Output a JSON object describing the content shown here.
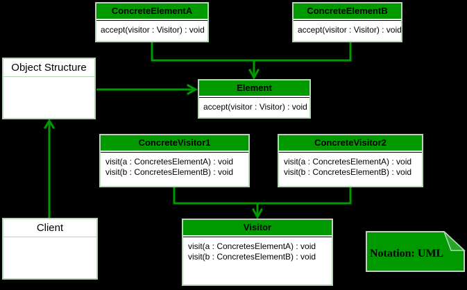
{
  "colors": {
    "green": "#009a00",
    "light_green_border": "#b6d7b6",
    "fold_green": "#26a726",
    "canvas_background": "#000000",
    "class_body_background": "#ffffff",
    "text": "#000000"
  },
  "diagram": {
    "classes": [
      {
        "id": "concrete-element-a",
        "name": "ConcreteElementA",
        "methods": [
          "accept(visitor : Visitor) : void"
        ]
      },
      {
        "id": "concrete-element-b",
        "name": "ConcreteElementB",
        "methods": [
          "accept(visitor : Visitor) : void"
        ]
      },
      {
        "id": "element",
        "name": "Element",
        "methods": [
          "accept(visitor : Visitor) : void"
        ]
      },
      {
        "id": "concrete-visitor-1",
        "name": "ConcreteVisitor1",
        "methods": [
          "visit(a : ConcretesElementA) : void",
          "visit(b : ConcretesElementB) : void"
        ]
      },
      {
        "id": "concrete-visitor-2",
        "name": "ConcreteVisitor2",
        "methods": [
          "visit(a : ConcretesElementA) : void",
          "visit(b : ConcretesElementB) : void"
        ]
      },
      {
        "id": "visitor",
        "name": "Visitor",
        "methods": [
          "visit(a : ConcretesElementA) : void",
          "visit(b : ConcretesElementB) : void"
        ]
      }
    ],
    "objects": [
      {
        "id": "object-structure",
        "name": "Object Structure"
      },
      {
        "id": "client",
        "name": "Client"
      }
    ],
    "note": {
      "text": "Notation: UML"
    }
  }
}
